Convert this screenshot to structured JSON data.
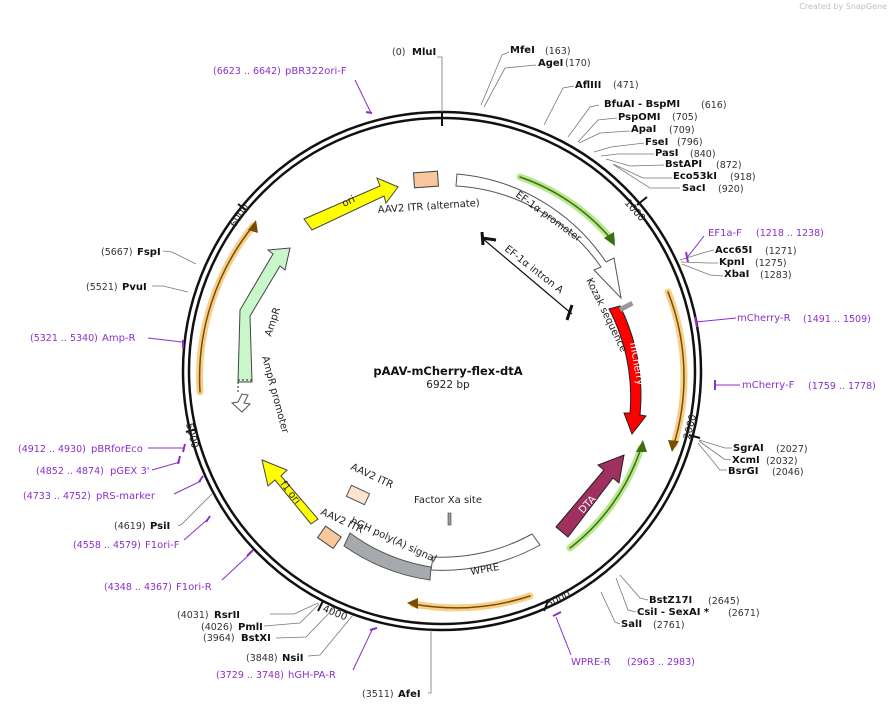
{
  "watermark": "Created by SnapGene",
  "plasmid": {
    "name": "pAAV-mCherry-flex-dtA",
    "size": "6922 bp"
  },
  "ticks": [
    "1000",
    "2000",
    "3000",
    "4000",
    "5000",
    "6000"
  ],
  "sites": [
    {
      "name": "MluI",
      "pos": "(0)"
    },
    {
      "name": "MfeI",
      "pos": "(163)"
    },
    {
      "name": "AgeI",
      "pos": "(170)"
    },
    {
      "name": "AflIII",
      "pos": "(471)"
    },
    {
      "name": "BfuAI - BspMI",
      "pos": "(616)"
    },
    {
      "name": "PspOMI",
      "pos": "(705)"
    },
    {
      "name": "ApaI",
      "pos": "(709)"
    },
    {
      "name": "FseI",
      "pos": "(796)"
    },
    {
      "name": "PasI",
      "pos": "(840)"
    },
    {
      "name": "BstAPI",
      "pos": "(872)"
    },
    {
      "name": "Eco53kI",
      "pos": "(918)"
    },
    {
      "name": "SacI",
      "pos": "(920)"
    },
    {
      "name": "Acc65I",
      "pos": "(1271)"
    },
    {
      "name": "KpnI",
      "pos": "(1275)"
    },
    {
      "name": "XbaI",
      "pos": "(1283)"
    },
    {
      "name": "SgrAI",
      "pos": "(2027)"
    },
    {
      "name": "XcmI",
      "pos": "(2032)"
    },
    {
      "name": "BsrGI",
      "pos": "(2046)"
    },
    {
      "name": "BstZ17I",
      "pos": "(2645)"
    },
    {
      "name": "CsiI - SexAI *",
      "pos": "(2671)"
    },
    {
      "name": "SalI",
      "pos": "(2761)"
    },
    {
      "name": "AfeI",
      "pos": "(3511)"
    },
    {
      "name": "NsiI",
      "pos": "(3848)"
    },
    {
      "name": "BstXI",
      "pos": "(3964)"
    },
    {
      "name": "PmlI",
      "pos": "(4026)"
    },
    {
      "name": "RsrII",
      "pos": "(4031)"
    },
    {
      "name": "PsiI",
      "pos": "(4619)"
    },
    {
      "name": "PvuI",
      "pos": "(5521)"
    },
    {
      "name": "FspI",
      "pos": "(5667)"
    }
  ],
  "primers": [
    {
      "range": "(6623 .. 6642)",
      "name": "pBR322ori-F"
    },
    {
      "range": "(1218 .. 1238)",
      "name": "EF1a-F"
    },
    {
      "range": "(1491 .. 1509)",
      "name": "mCherry-R"
    },
    {
      "range": "(1759 .. 1778)",
      "name": "mCherry-F"
    },
    {
      "range": "(2963 .. 2983)",
      "name": "WPRE-R"
    },
    {
      "range": "(3729 .. 3748)",
      "name": "hGH-PA-R"
    },
    {
      "range": "(4348 .. 4367)",
      "name": "F1ori-R"
    },
    {
      "range": "(4558 .. 4579)",
      "name": "F1ori-F"
    },
    {
      "range": "(4733 .. 4752)",
      "name": "pRS-marker"
    },
    {
      "range": "(4852 .. 4874)",
      "name": "pGEX 3'"
    },
    {
      "range": "(4912 .. 4930)",
      "name": "pBRforEco"
    },
    {
      "range": "(5321 .. 5340)",
      "name": "Amp-R"
    }
  ],
  "features": {
    "ori": "ori",
    "aav2_itr_alt": "AAV2 ITR (alternate)",
    "ef1a_promoter": "EF-1α promoter",
    "ef1a_intron": "EF-1α intron A",
    "kozak": "Kozak sequence",
    "mcherry": "mCherry",
    "dta": "DTA",
    "wpre": "WPRE",
    "factor_xa": "Factor Xa site",
    "hgh_polya": "hGH poly(A) signal",
    "aav2_itr_a": "AAV2 ITR",
    "aav2_itr_b": "AAV2 ITR",
    "f1_ori": "f1 ori",
    "ampr": "AmpR",
    "ampr_promoter": "AmpR promoter"
  },
  "colors": {
    "ori": "#ffff00",
    "itr": "#f8c79c",
    "mcherry": "#ff0000",
    "dta": "#a0305f",
    "ampr": "#c9f7c9",
    "hgh": "#a6a9ad",
    "orf_orange": "#f0a83c",
    "orf_green": "#79cf3c",
    "primer": "#8b2fc9"
  }
}
